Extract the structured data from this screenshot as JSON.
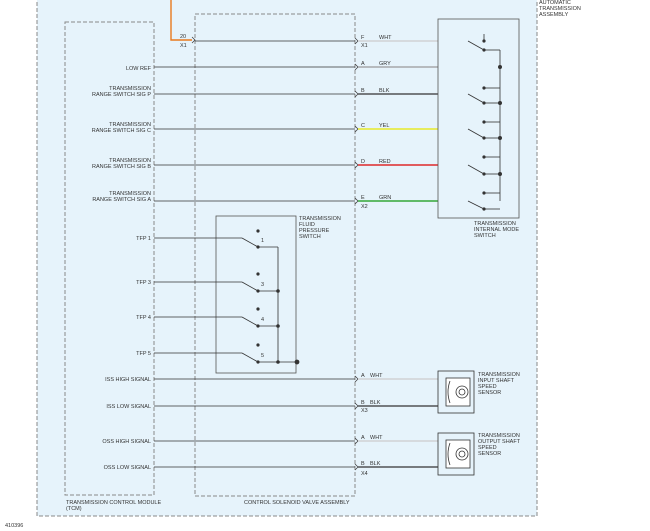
{
  "assembly": {
    "label_lines": [
      "AUTOMATIC",
      "TRANSMISSION",
      "ASSEMBLY"
    ]
  },
  "tcm": {
    "label_lines": [
      "TRANSMISSION CONTROL MODULE",
      "(TCM)"
    ]
  },
  "solenoid_assembly": {
    "label": "CONTROL SOLENOID VALVE ASSEMBLY"
  },
  "mode_switch": {
    "label_lines": [
      "TRANSMISSION",
      "INTERNAL MODE",
      "SWITCH"
    ]
  },
  "pressure_switch": {
    "label_lines": [
      "TRANSMISSION",
      "FLUID",
      "PRESSURE",
      "SWITCH"
    ],
    "contacts": [
      "1",
      "3",
      "4",
      "5"
    ]
  },
  "input_sensor": {
    "label_lines": [
      "TRANSMISSION",
      "INPUT SHAFT",
      "SPEED",
      "SENSOR"
    ]
  },
  "output_sensor": {
    "label_lines": [
      "TRANSMISSION",
      "OUTPUT SHAFT",
      "SPEED",
      "SENSOR"
    ]
  },
  "connectors": {
    "top_pin": "20",
    "x1": "X1",
    "x2": "X2",
    "x3": "X3",
    "x4": "X4"
  },
  "circuits": [
    {
      "signal": [],
      "pin": "F",
      "wire": "WHT",
      "color": "#cccccc"
    },
    {
      "signal": [
        "LOW REF"
      ],
      "pin": "A",
      "wire": "GRY",
      "color": "#999999"
    },
    {
      "signal": [
        "TRANSMISSION",
        "RANGE SWITCH SIG P"
      ],
      "pin": "B",
      "wire": "BLK",
      "color": "#333333"
    },
    {
      "signal": [
        "TRANSMISSION",
        "RANGE SWITCH SIG C"
      ],
      "pin": "C",
      "wire": "YEL",
      "color": "#e8e800"
    },
    {
      "signal": [
        "TRANSMISSION",
        "RANGE SWITCH SIG B"
      ],
      "pin": "D",
      "wire": "RED",
      "color": "#dd0000"
    },
    {
      "signal": [
        "TRANSMISSION",
        "RANGE SWITCH SIG A"
      ],
      "pin": "E",
      "wire": "GRN",
      "color": "#119911"
    }
  ],
  "tfp_signals": [
    "TFP 1",
    "TFP 3",
    "TFP 4",
    "TFP 5"
  ],
  "speed_signals": [
    {
      "signal": "ISS HIGH SIGNAL",
      "pin": "A",
      "wire": "WHT",
      "color": "#cccccc"
    },
    {
      "signal": "ISS LOW SIGNAL",
      "pin": "B",
      "wire": "BLK",
      "color": "#333333"
    },
    {
      "signal": "OSS HIGH SIGNAL",
      "pin": "A",
      "wire": "WHT",
      "color": "#cccccc"
    },
    {
      "signal": "OSS LOW SIGNAL",
      "pin": "B",
      "wire": "BLK",
      "color": "#333333"
    }
  ],
  "figure_id": "410396"
}
